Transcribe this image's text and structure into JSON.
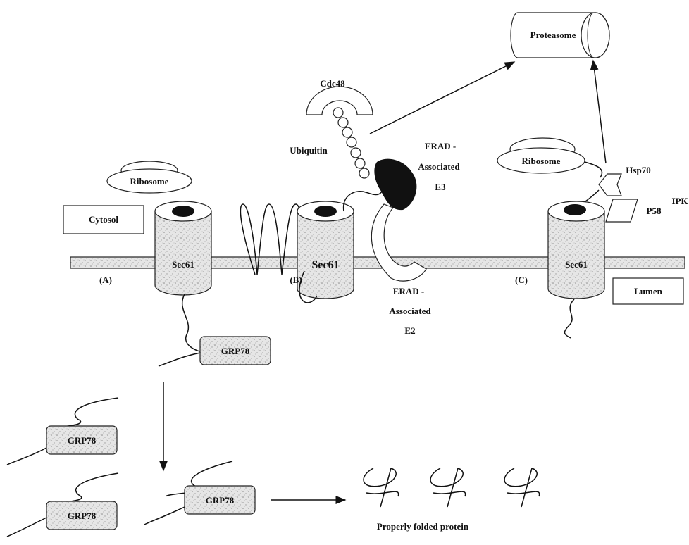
{
  "labels": {
    "proteasome": "Proteasome",
    "cdc48": "Cdc48",
    "ubiquitin": "Ubiquitin",
    "erad_e3_line1": "ERAD -",
    "erad_e3_line2": "Associated",
    "erad_e3_line3": "E3",
    "erad_e2_line1": "ERAD -",
    "erad_e2_line2": "Associated",
    "erad_e2_line3": "E2",
    "ribosome_a": "Ribosome",
    "ribosome_c": "Ribosome",
    "hsp70": "Hsp70",
    "p58": "P58",
    "ipk": "IPK",
    "cytosol": "Cytosol",
    "lumen": "Lumen",
    "sec61_a": "Sec61",
    "sec61_b": "Sec61",
    "sec61_c": "Sec61",
    "panel_a": "(A)",
    "panel_b": "(B)",
    "panel_c": "(C)",
    "grp78_1": "GRP78",
    "grp78_2": "GRP78",
    "grp78_3": "GRP78",
    "grp78_4": "GRP78",
    "folded_caption": "Properly folded protein"
  }
}
